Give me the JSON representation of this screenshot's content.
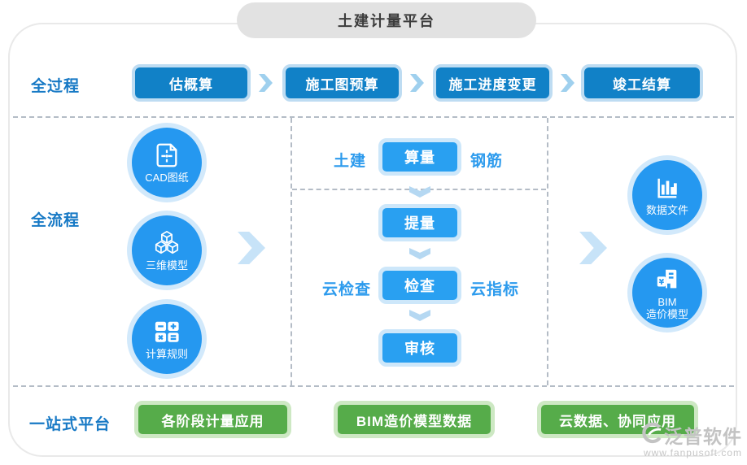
{
  "header": {
    "title": "土建计量平台"
  },
  "process_row": {
    "label": "全过程",
    "steps": [
      "估概算",
      "施工图预算",
      "施工进度变更",
      "竣工结算"
    ]
  },
  "flow_section": {
    "label": "全流程",
    "inputs": [
      {
        "label": "CAD图纸",
        "icon": "cad-drawing-icon"
      },
      {
        "label": "三维模型",
        "icon": "3d-model-icon"
      },
      {
        "label": "计算规则",
        "icon": "calculator-icon"
      }
    ],
    "center": {
      "left_tag": "土建",
      "main": "算量",
      "right_tag": "钢筋",
      "steps": [
        "提量",
        "检查",
        "审核"
      ],
      "check_left": "云检查",
      "check_right": "云指标"
    },
    "outputs": [
      {
        "label": "数据文件",
        "icon": "bar-chart-icon"
      },
      {
        "line1": "BIM",
        "line2": "造价模型",
        "icon": "bim-cost-model-icon"
      }
    ]
  },
  "platform_row": {
    "label": "一站式平台",
    "items": [
      "各阶段计量应用",
      "BIM造价模型数据",
      "云数据、协同应用"
    ]
  },
  "watermark": {
    "name": "泛普软件",
    "url": "www.fanpusoft.com"
  },
  "colors": {
    "button_dark_blue": "#1181c7",
    "button_light_blue": "#29a0f1",
    "button_halo_blue": "#cde7fa",
    "circle_blue": "#2598f0",
    "circle_halo": "#d2e9fb",
    "label_blue": "#1779c5",
    "tag_blue": "#2d9bed",
    "green": "#56ac4a",
    "green_halo": "#cde8c3",
    "dash_gray": "#b4bcc6",
    "header_gray": "#e2e2e2",
    "watermark_gray": "#c3c3c3"
  }
}
